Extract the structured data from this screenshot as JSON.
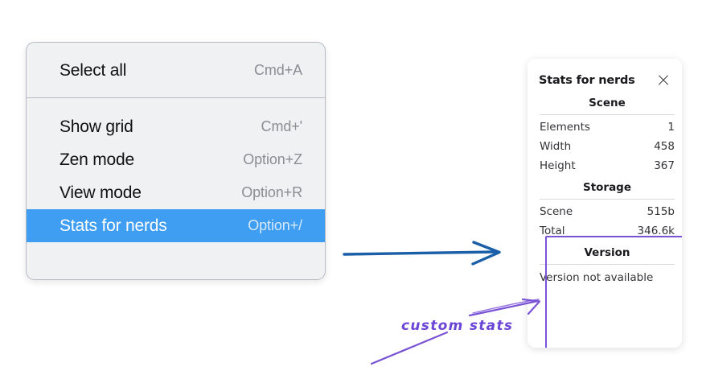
{
  "context_menu": {
    "groups": [
      {
        "items": [
          {
            "label": "Select all",
            "shortcut": "Cmd+A",
            "selected": false
          }
        ]
      },
      {
        "items": [
          {
            "label": "Show grid",
            "shortcut": "Cmd+'",
            "selected": false
          },
          {
            "label": "Zen mode",
            "shortcut": "Option+Z",
            "selected": false
          },
          {
            "label": "View mode",
            "shortcut": "Option+R",
            "selected": false
          },
          {
            "label": "Stats for nerds",
            "shortcut": "Option+/",
            "selected": true
          }
        ]
      }
    ],
    "highlight_color": "#3f9ef1",
    "background_color": "#f0f1f3"
  },
  "stats_panel": {
    "title": "Stats for nerds",
    "close_icon": "close-icon",
    "sections": [
      {
        "title": "Scene",
        "rows": [
          {
            "label": "Elements",
            "value": "1"
          },
          {
            "label": "Width",
            "value": "458"
          },
          {
            "label": "Height",
            "value": "367"
          }
        ]
      },
      {
        "title": "Storage",
        "rows": [
          {
            "label": "Scene",
            "value": "515b"
          },
          {
            "label": "Total",
            "value": "346.6k"
          }
        ]
      },
      {
        "title": "Version",
        "text": "Version not available"
      }
    ]
  },
  "annotations": {
    "label": "custom stats",
    "label_color": "#6b46d6",
    "blue_arrow_color": "#1b5fa8",
    "purple_arrow_color": "#7a52d6",
    "highlight_box_color": "#7a52d6"
  }
}
